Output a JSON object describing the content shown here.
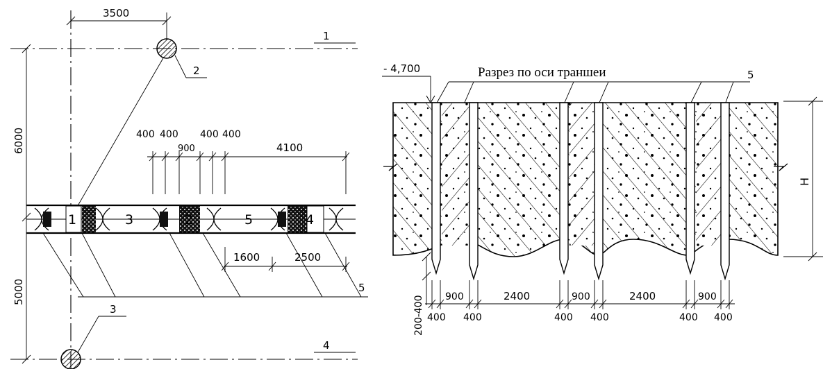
{
  "plan": {
    "dim_top": "3500",
    "dim_6000": "6000",
    "dim_5000": "5000",
    "dims_row1": [
      "400",
      "400",
      "400",
      "400"
    ],
    "dim_900": "900",
    "dim_4100": "4100",
    "dim_1600": "1600",
    "dim_2500": "2500",
    "axis_labels": [
      "1",
      "4"
    ],
    "callouts": [
      "2",
      "3",
      "5"
    ],
    "panel_numbers": [
      "1",
      "3",
      "2",
      "5",
      "4"
    ]
  },
  "section": {
    "title": "Разрез по оси траншеи",
    "level": "- 4,700",
    "callout": "5",
    "height_label": "H",
    "dim_vertical": "200-400",
    "dims_top": [
      "900",
      "2400",
      "900",
      "2400",
      "900"
    ],
    "dims_bottom": [
      "400",
      "400",
      "400",
      "400",
      "400",
      "400"
    ]
  }
}
